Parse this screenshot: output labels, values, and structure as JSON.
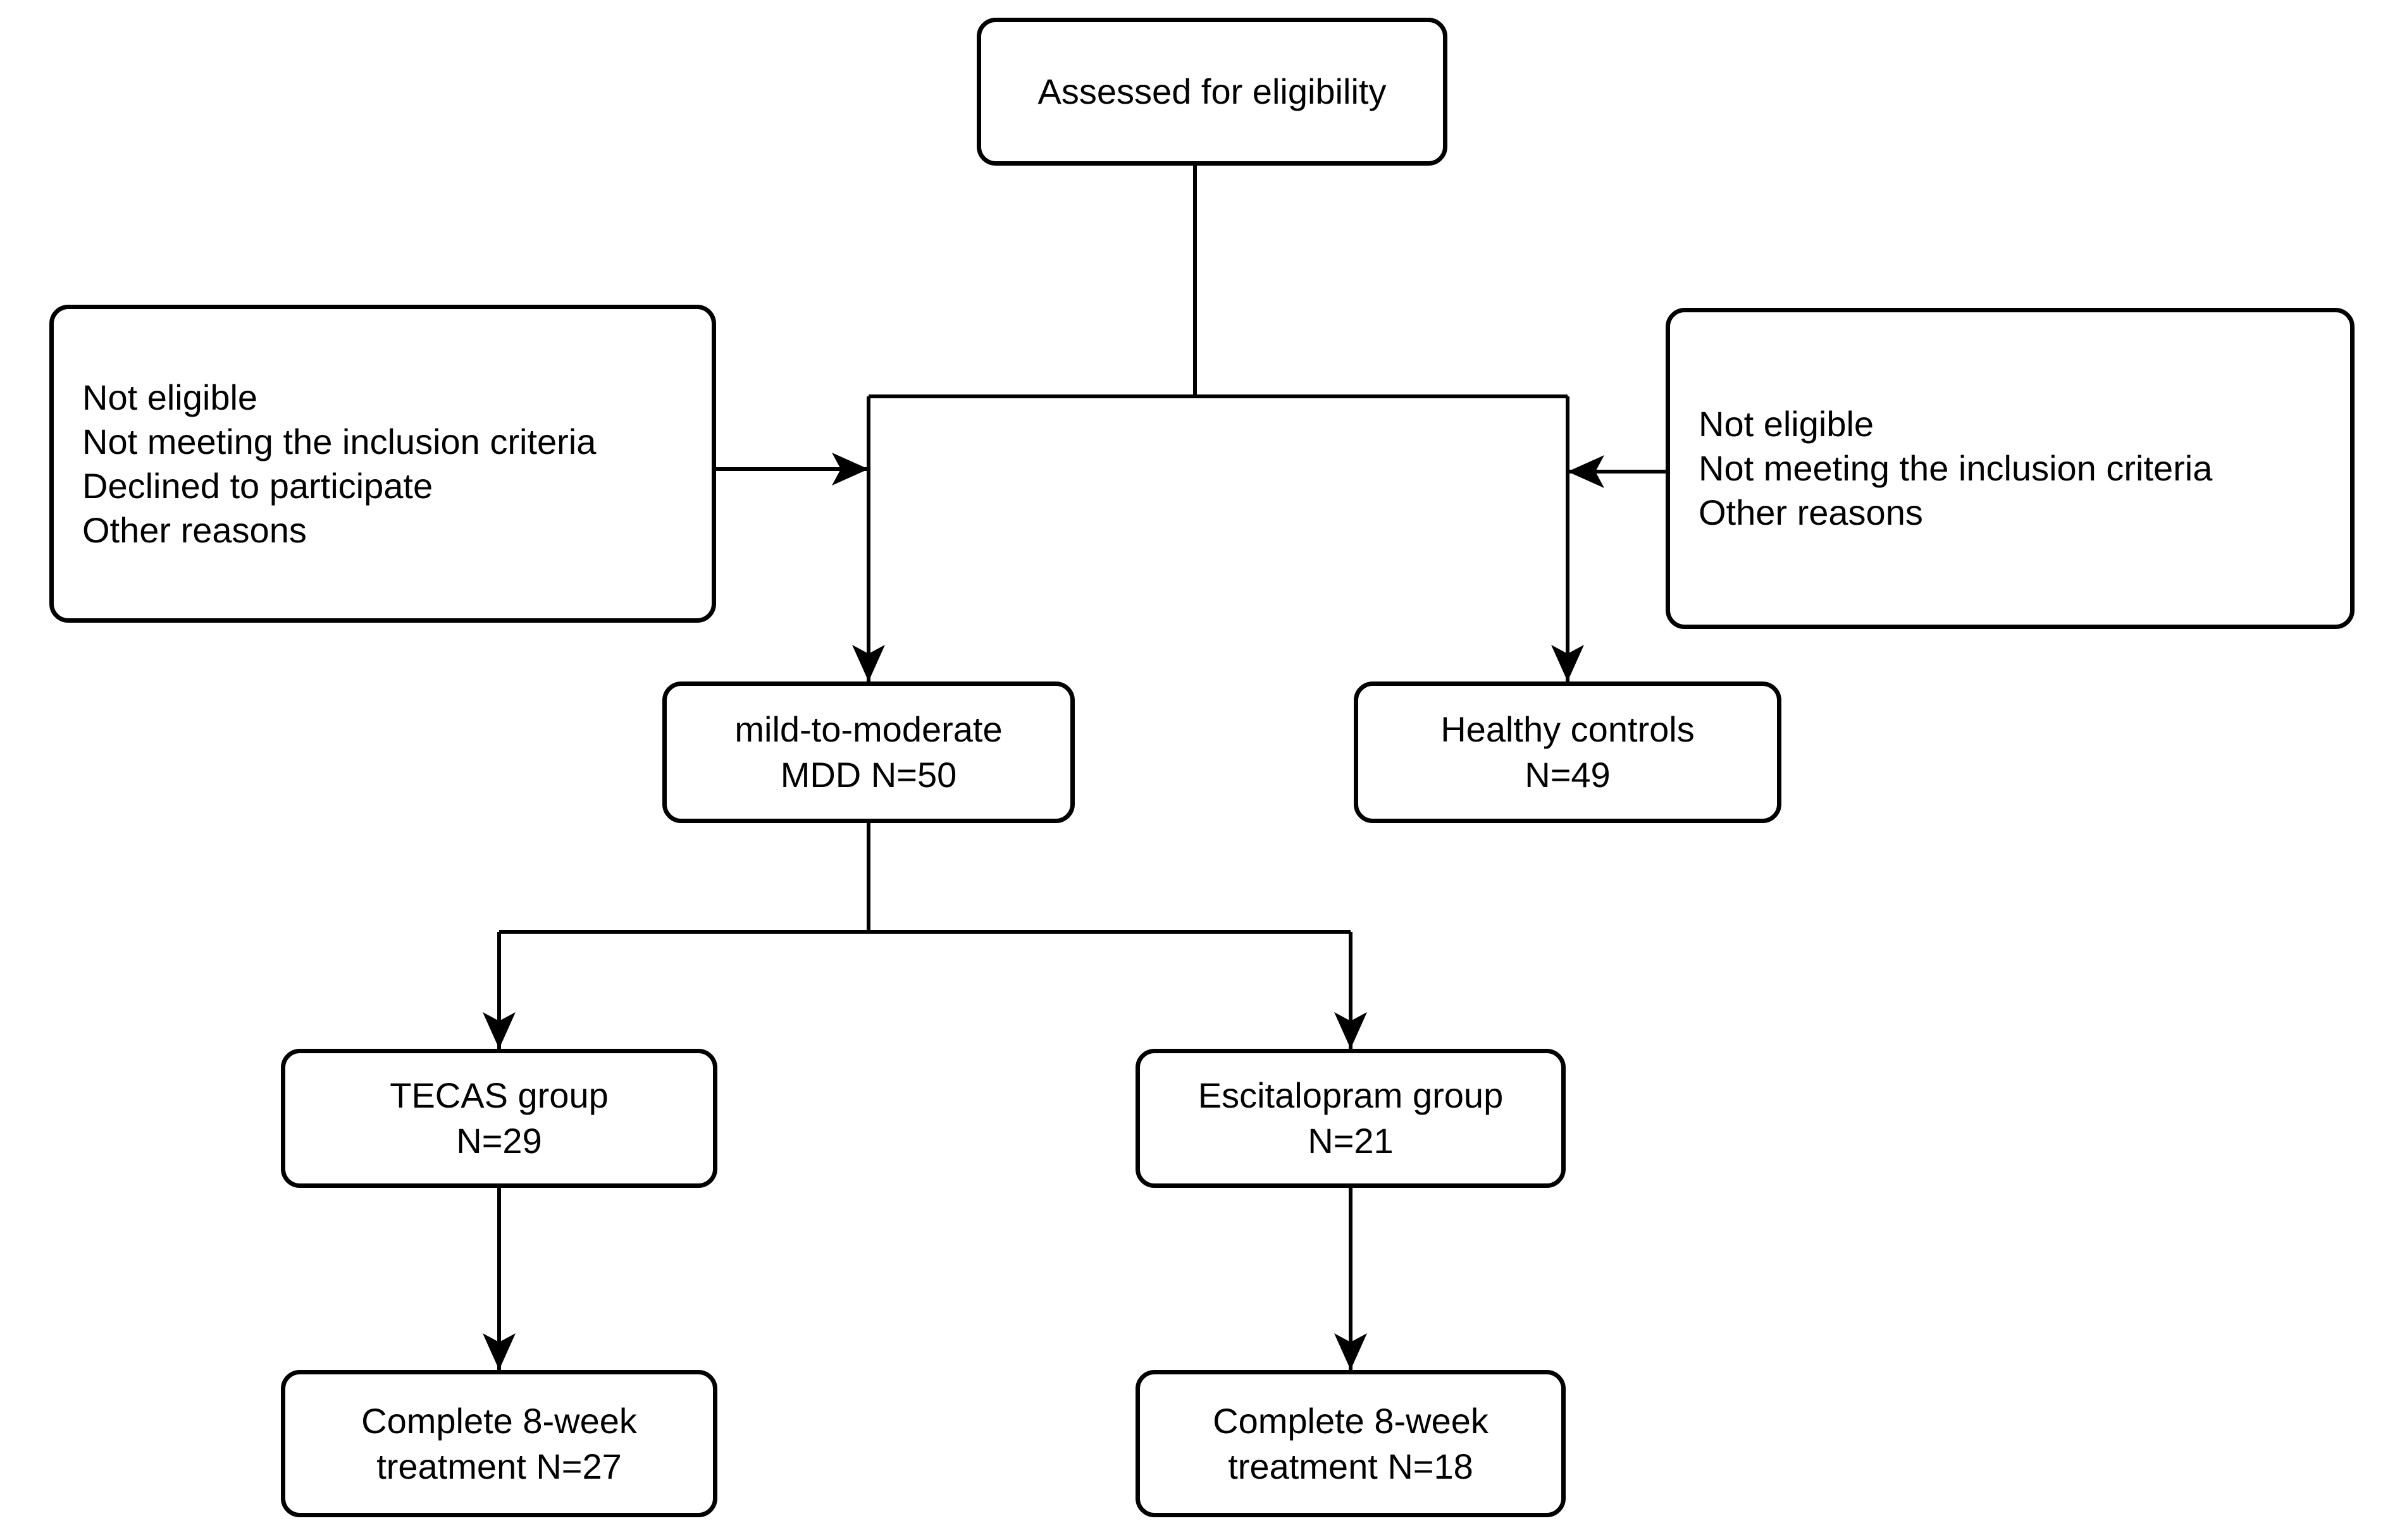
{
  "diagram": {
    "background": "#ffffff",
    "stroke_color": "#000000",
    "text_color": "#000000",
    "nodes": {
      "assessed": {
        "lines": [
          "Assessed for eligibility"
        ]
      },
      "not_eligible_left": {
        "lines": [
          "Not eligible",
          "Not meeting the inclusion criteria",
          "Declined to participate",
          "Other reasons"
        ]
      },
      "not_eligible_right": {
        "lines": [
          "Not eligible",
          "Not meeting the inclusion criteria",
          "Other reasons"
        ]
      },
      "mdd": {
        "lines": [
          "mild-to-moderate",
          "MDD N=50"
        ]
      },
      "healthy_controls": {
        "lines": [
          "Healthy controls",
          "N=49"
        ]
      },
      "tecas_group": {
        "lines": [
          "TECAS group",
          "N=29"
        ]
      },
      "escitalopram_group": {
        "lines": [
          "Escitalopram group",
          "N=21"
        ]
      },
      "complete_tecas": {
        "lines": [
          "Complete 8-week",
          "treatment N=27"
        ]
      },
      "complete_escitalopram": {
        "lines": [
          "Complete 8-week",
          "treatment N=18"
        ]
      }
    }
  }
}
